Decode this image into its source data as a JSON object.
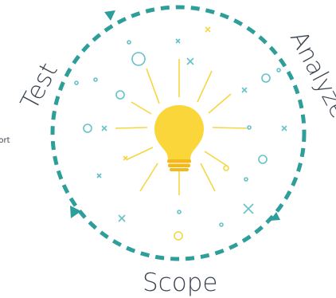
{
  "cycle": {
    "stages": [
      "Test",
      "Analyze",
      "Scope"
    ],
    "partial_text_left": "port"
  },
  "colors": {
    "ring": "#2e9e9a",
    "bulb": "#fbd63a",
    "bulb_base": "#f2b91c",
    "rays": "#f5d640",
    "sparkle": "#63c3c9"
  },
  "icons": [
    "lightbulb-icon"
  ]
}
